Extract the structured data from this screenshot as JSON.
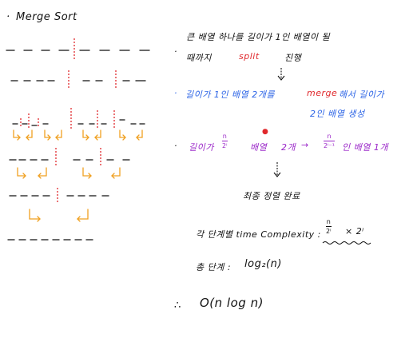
{
  "left": {
    "title": "Merge Sort"
  },
  "right": {
    "line1": "큰 배열 하나를 길이가 1인 배열이 될",
    "line2_prefix": "때까지",
    "line2_split": "split",
    "line2_suffix": "진행",
    "line3_a": "길이가 1인 배열 2개를",
    "line3_merge": "merge",
    "line3_b": "해서 길이가",
    "line4": "2인 배열 생성",
    "line5_a": "길이가",
    "line5_frac_num": "n",
    "line5_frac_den": "2ⁱ",
    "line5_b": "배열",
    "line5_c": "2개",
    "line5_arrow": "→",
    "line5_frac2_num": "n",
    "line5_frac2_den": "2ⁱ⁻¹",
    "line5_d": "인 배열 1개",
    "line6": "최종 정렬 완료",
    "line7_a": "각 단계별 time Complexity :",
    "line7_frac_num": "n",
    "line7_frac_den": "2ⁱ",
    "line7_times": "× 2ⁱ",
    "line8_a": "총 단계 :",
    "line8_b": "log₂(n)",
    "line9_therefore": "∴",
    "line9_b": "O(n log n)"
  },
  "colors": {
    "ink": "#111111",
    "red": "#e0282c",
    "blue": "#2c64e6",
    "purple": "#9b28c9",
    "orange": "#f0a020"
  }
}
